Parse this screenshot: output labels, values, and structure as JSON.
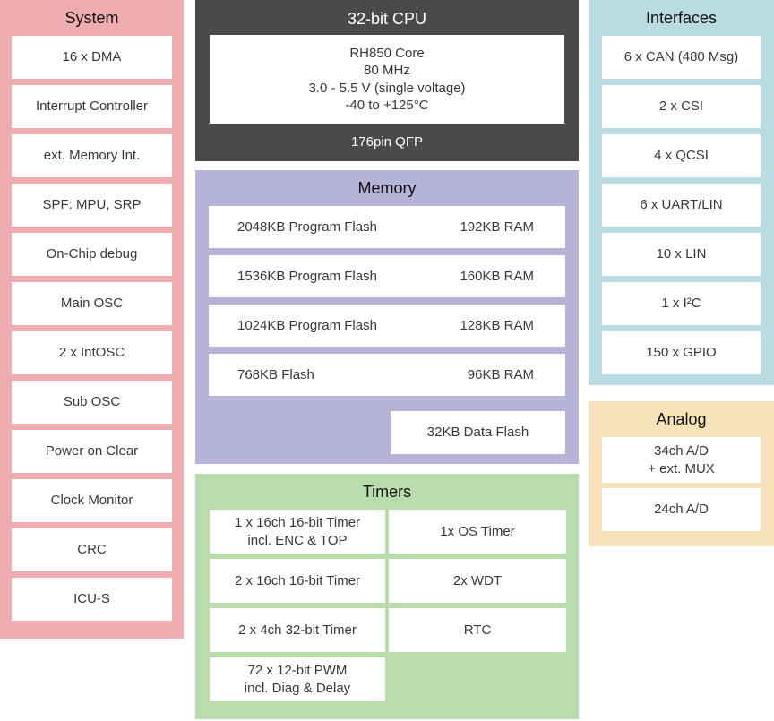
{
  "colors": {
    "system-bg": "#eeacae",
    "cpu-bg": "#4a4a4a",
    "memory-bg": "#b5b4d8",
    "timers-bg": "#b9dcab",
    "interfaces-bg": "#b9dce3",
    "analog-bg": "#f6e3ba",
    "box-bg": "#ffffff",
    "text": "#383838",
    "title-text": "#111111",
    "cpu-text": "#ffffff"
  },
  "system": {
    "title": "System",
    "items": [
      "16 x DMA",
      "Interrupt Controller",
      "ext. Memory Int.",
      "SPF: MPU, SRP",
      "On-Chip debug",
      "Main OSC",
      "2 x IntOSC",
      "Sub OSC",
      "Power on Clear",
      "Clock Monitor",
      "CRC",
      "ICU-S"
    ]
  },
  "cpu": {
    "title": "32-bit CPU",
    "core_lines": "RH850 Core\n80 MHz\n3.0 - 5.5 V (single voltage)\n-40 to +125°C",
    "package": "176pin QFP"
  },
  "memory": {
    "title": "Memory",
    "rows": [
      {
        "flash": "2048KB Program Flash",
        "ram": "192KB RAM"
      },
      {
        "flash": "1536KB Program Flash",
        "ram": "160KB RAM"
      },
      {
        "flash": "1024KB Program Flash",
        "ram": "128KB RAM"
      },
      {
        "flash": "768KB Flash",
        "ram": "96KB RAM"
      }
    ],
    "data_flash": "32KB Data Flash"
  },
  "timers": {
    "title": "Timers",
    "left_items": [
      "1 x 16ch 16-bit Timer\nincl. ENC & TOP",
      "2 x 16ch 16-bit Timer",
      "2 x 4ch 32-bit Timer",
      "72 x 12-bit PWM\nincl. Diag & Delay"
    ],
    "right_items": [
      "1x OS Timer",
      "2x WDT",
      "RTC"
    ]
  },
  "interfaces": {
    "title": "Interfaces",
    "items": [
      "6 x CAN (480 Msg)",
      "2 x CSI",
      "4 x QCSI",
      "6 x UART/LIN",
      "10 x LIN",
      "1 x I²C",
      "150 x GPIO"
    ]
  },
  "analog": {
    "title": "Analog",
    "items": [
      "34ch A/D\n+ ext. MUX",
      "24ch A/D"
    ]
  }
}
